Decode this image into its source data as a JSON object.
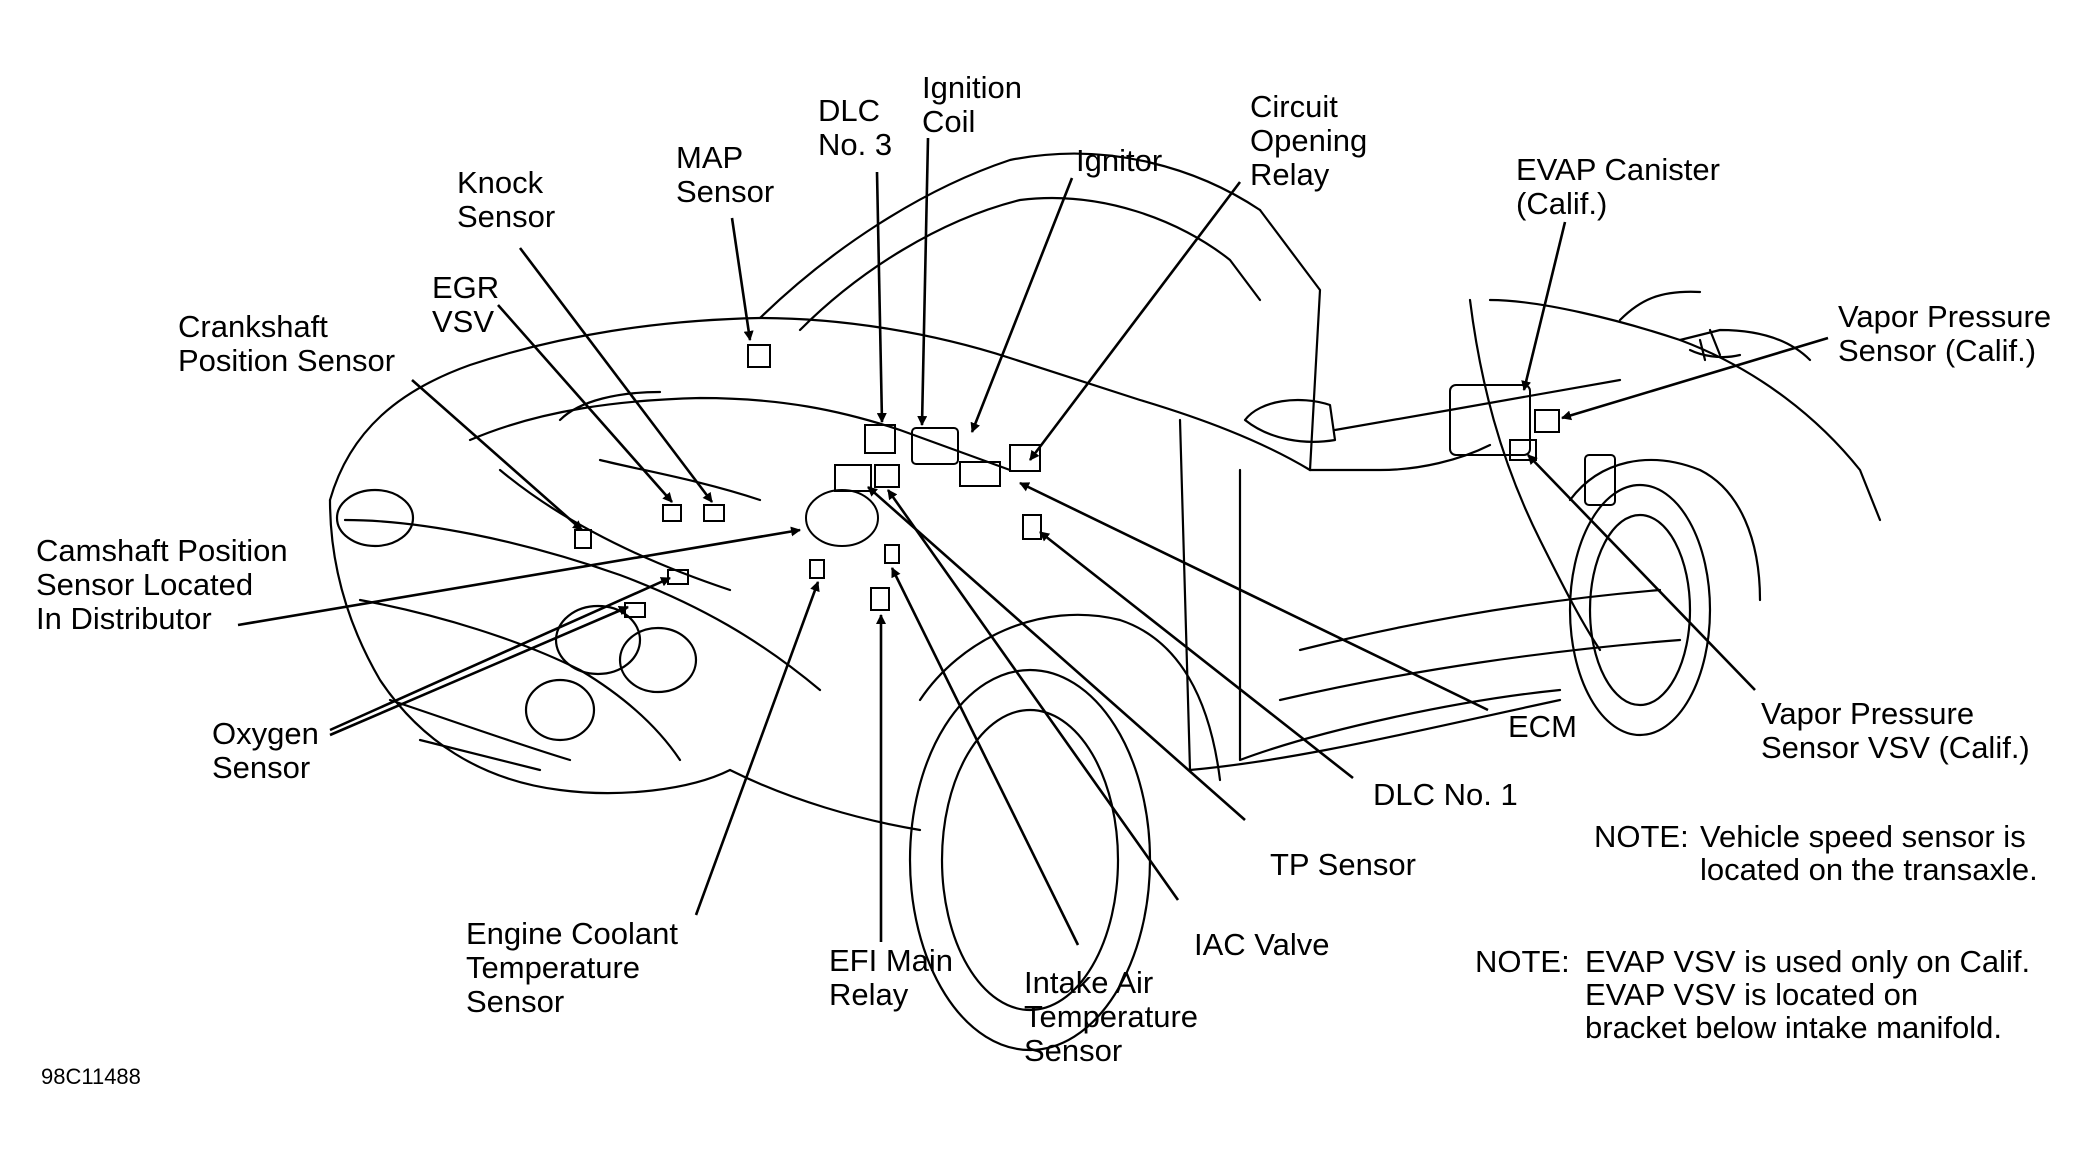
{
  "labels": {
    "dlc3": [
      "DLC",
      "No. 3"
    ],
    "ignition_coil": [
      "Ignition",
      "Coil"
    ],
    "ignitor": [
      "Ignitor"
    ],
    "circuit_opening_relay": [
      "Circuit",
      "Opening",
      "Relay"
    ],
    "evap_canister": [
      "EVAP Canister",
      "(Calif.)"
    ],
    "map_sensor": [
      "MAP",
      "Sensor"
    ],
    "knock_sensor": [
      "Knock",
      "Sensor"
    ],
    "egr_vsv": [
      "EGR",
      "VSV"
    ],
    "crankshaft_sensor": [
      "Crankshaft",
      "Position Sensor"
    ],
    "vapor_pressure_sensor": [
      "Vapor Pressure",
      "Sensor (Calif.)"
    ],
    "camshaft_sensor": [
      "Camshaft Position",
      "Sensor Located",
      "In Distributor"
    ],
    "oxygen_sensor": [
      "Oxygen",
      "Sensor"
    ],
    "ecm": [
      "ECM"
    ],
    "vapor_pressure_vsv": [
      "Vapor Pressure",
      "Sensor VSV (Calif.)"
    ],
    "dlc1": [
      "DLC No. 1"
    ],
    "tp_sensor": [
      "TP Sensor"
    ],
    "coolant_sensor": [
      "Engine Coolant",
      "Temperature",
      "Sensor"
    ],
    "efi_main_relay": [
      "EFI Main",
      "Relay"
    ],
    "iac_valve": [
      "IAC Valve"
    ],
    "intake_air_sensor": [
      "Intake Air",
      "Temperature",
      "Sensor"
    ]
  },
  "notes": [
    {
      "key": "NOTE:",
      "lines": [
        "Vehicle speed sensor is",
        "located on the transaxle."
      ]
    },
    {
      "key": "NOTE:",
      "lines": [
        "EVAP VSV is used only on Calif.",
        "EVAP VSV is located on",
        "bracket below intake manifold."
      ]
    }
  ],
  "figure_id": "98C11488"
}
